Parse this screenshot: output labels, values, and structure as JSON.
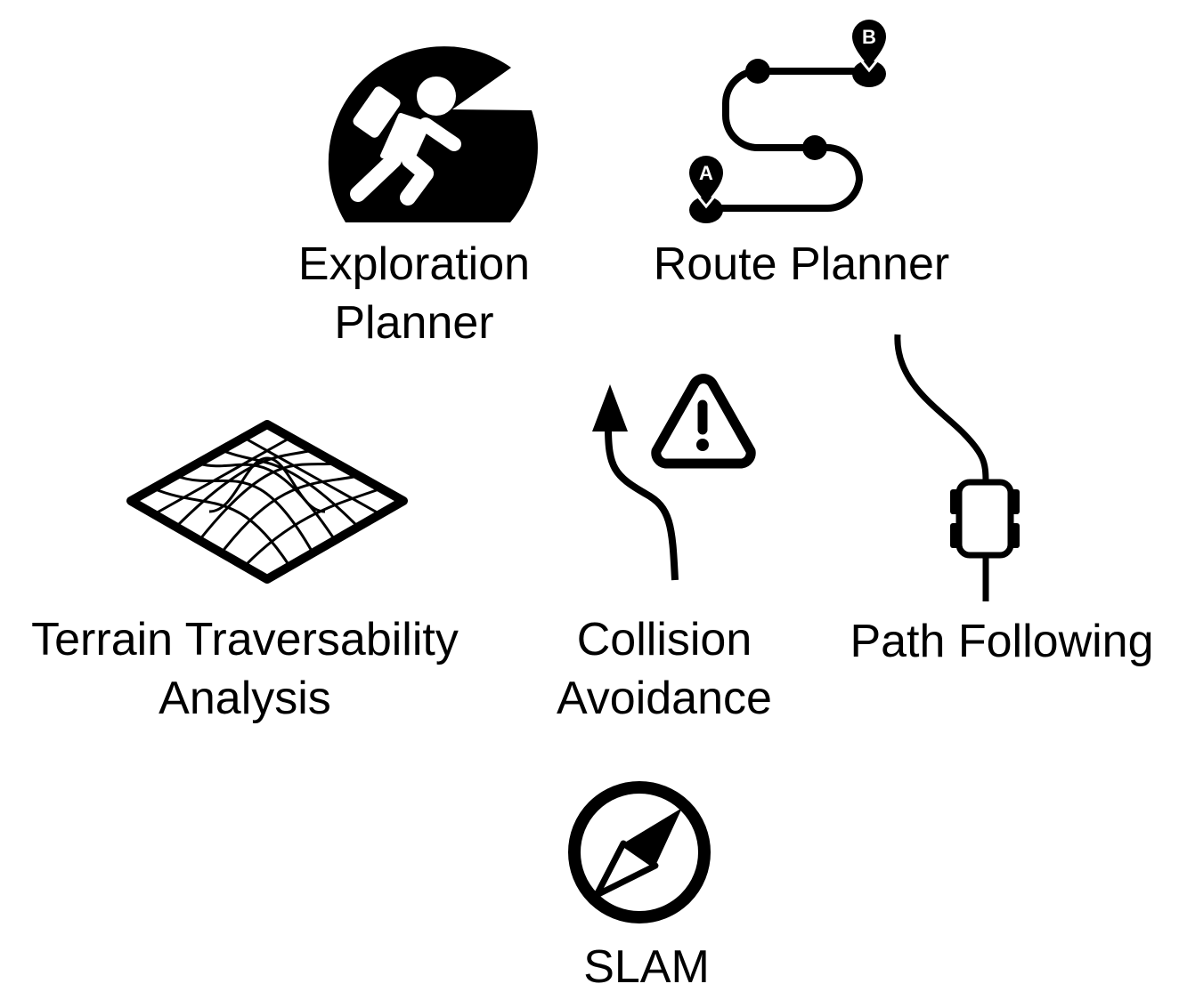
{
  "diagram": {
    "modules": [
      {
        "id": "exploration",
        "icon": "explorer-headlamp-icon",
        "lines": [
          "Exploration",
          "Planner"
        ]
      },
      {
        "id": "route",
        "icon": "route-path-icon",
        "lines": [
          "Route Planner"
        ],
        "markers": [
          "A",
          "B"
        ]
      },
      {
        "id": "terrain",
        "icon": "terrain-grid-icon",
        "lines": [
          "Terrain Traversability",
          "Analysis"
        ]
      },
      {
        "id": "collision",
        "icon": "warning-triangle-icon",
        "lines": [
          "Collision",
          "Avoidance"
        ]
      },
      {
        "id": "path",
        "icon": "vehicle-path-icon",
        "lines": [
          "Path Following"
        ]
      },
      {
        "id": "slam",
        "icon": "compass-icon",
        "lines": [
          "SLAM"
        ]
      }
    ]
  },
  "colors": {
    "ink": "#000000",
    "background": "#ffffff"
  }
}
